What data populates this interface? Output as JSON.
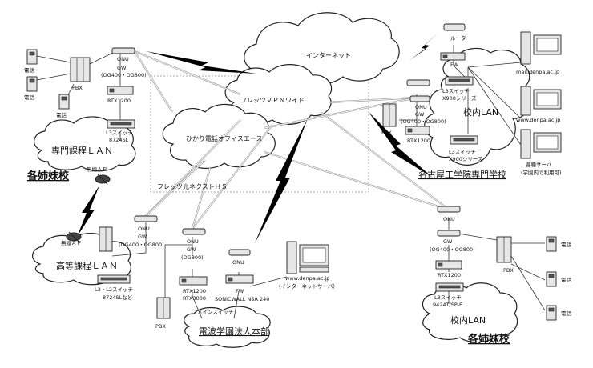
{
  "labels": {
    "internet": "インターネット",
    "router": "ルータ",
    "hikari_office": "ひかり電話オフィスエース",
    "flets_vpn": "フレッツＶＰＮワイド",
    "flets_next": "フレッツ光ネクストＨＳ",
    "senmon_lan": "専門課程ＬＡＮ",
    "kakushimai_left": "各姉妹校",
    "musen_ap1": "無線ＡＰ",
    "musen_ap2": "無線ＡＰ",
    "koutou_lan": "高等課程ＬＡＮ",
    "kounai_lan_top": "校内LAN",
    "kounai_lan_bottom": "校内LAN",
    "nagoya": "名古屋工学院専門学校",
    "kakushimai_right": "各姉妹校",
    "denpa_hq": "電波学園法人本部",
    "phone": "電話",
    "pbx": "PBX",
    "onu": "ONU",
    "gw": "GW",
    "gw_model": "(OG400・OG800)",
    "gw_model_b": "(OG400・OG800)",
    "gw_model_hq": "(OG800)",
    "rtx1200": "RTX1200",
    "rtx1200b": "RTX1200",
    "rtx3000": "RTX3000",
    "l3_8724sl": "L3スイッチ",
    "l3_8724sl_model": "8724SL",
    "l3_l2": "L3・L2スイッチ",
    "l3_l2_model": "8724SLなど",
    "fw": "FW",
    "l3_x900a": "L3スイッチ",
    "l3_x900a_model": "X900シリーズ",
    "l3_x900b": "L3スイッチ",
    "l3_x900b_model": "X900シリーズ",
    "mail_server": "mail.denpa.ac.jp",
    "www_server": "www.denpa.ac.jp",
    "kakushu_server": "各種サーバ",
    "kakushu_server_note": "(学園内で利用可)",
    "web_server": "www.denpa.ac.jp",
    "web_server_note": "（インターネットサーバ）",
    "sonicwall": "SONICWALL NSA 240",
    "main_switch": "メインスイッチ",
    "l3_9424": "L3スイッチ",
    "l3_9424_model": "9424T/SP-E"
  }
}
